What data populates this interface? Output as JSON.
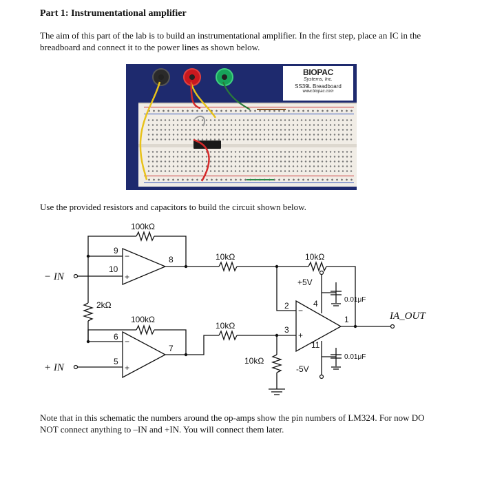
{
  "heading": "Part 1: Instrumentational amplifier",
  "intro": "The aim of this part of the lab is to build an instrumentational amplifier. In the first step, place an IC in the breadboard and connect it to the power lines as shown below.",
  "photo": {
    "brand": "BIOPAC",
    "brand_sub": "Systems, Inc.",
    "model": "SS39L Breadboard",
    "url": "www.biopac.com"
  },
  "use_text": "Use the provided resistors and capacitors to build the circuit shown below.",
  "schematic": {
    "resistors": {
      "r_fb_top": "100kΩ",
      "r_gain": "2kΩ",
      "r_fb_bot": "100kΩ",
      "r_in_top": "10kΩ",
      "r_in_bot": "10kΩ",
      "r_fb_out": "10kΩ",
      "r_ground": "10kΩ"
    },
    "capacitors": {
      "c_pos": "0.01μF",
      "c_neg": "0.01μF"
    },
    "supply": {
      "pos": "+5V",
      "neg": "-5V"
    },
    "terminals": {
      "in_neg": "− IN",
      "in_pos": "+ IN",
      "out": "IA_OUT"
    },
    "pins": {
      "u1_inv": "9",
      "u1_noninv": "10",
      "u1_out": "8",
      "u2_inv": "6",
      "u2_noninv": "5",
      "u2_out": "7",
      "u3_inv": "2",
      "u3_noninv": "3",
      "u3_out": "1",
      "u3_vp": "4",
      "u3_vn": "11"
    },
    "signs": {
      "minus": "−",
      "plus": "+"
    }
  },
  "note": "Note that in this schematic the numbers around the op-amps show the pin numbers of LM324. For now DO NOT connect anything to –IN and +IN. You will connect them later."
}
